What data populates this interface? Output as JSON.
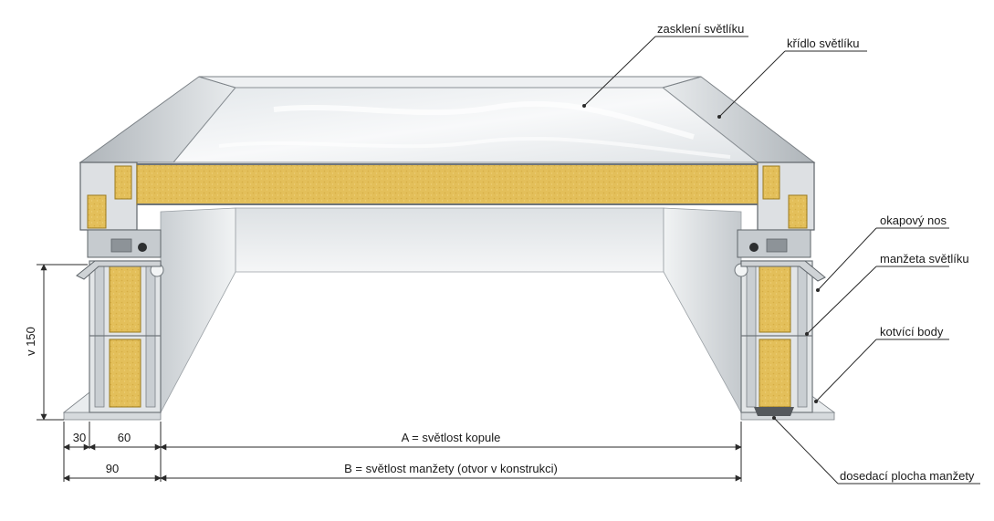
{
  "callouts": {
    "glazing": "zasklení světlíku",
    "sash": "křídlo světlíku",
    "drip_edge": "okapový nos",
    "curb": "manžeta světlíku",
    "anchor_points": "kotvící body",
    "seating_surface": "dosedací plocha manžety"
  },
  "dimensions": {
    "height": "v 150",
    "offset_30": "30",
    "width_60": "60",
    "width_90": "90",
    "dome_clearance": "A = světlost kopule",
    "curb_clearance": "B = světlost manžety (otvor v konstrukci)"
  },
  "colors": {
    "insulation": "#e3bf5a",
    "insulation_edge": "#9a7a1e",
    "profile": "#cfd3d6",
    "profile_dark": "#7b8186",
    "glass": "#eef1f3",
    "line": "#2a2a2a"
  }
}
